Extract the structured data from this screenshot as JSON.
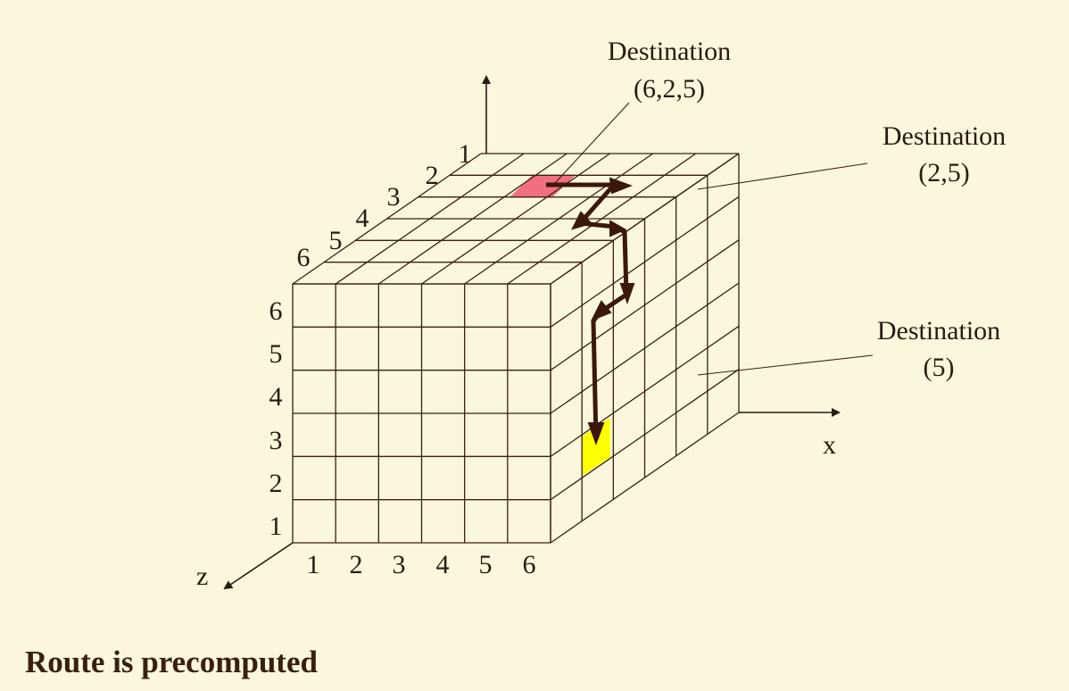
{
  "caption": "Route is precomputed",
  "axes": {
    "x": "x",
    "z": "z"
  },
  "front_columns": [
    "1",
    "2",
    "3",
    "4",
    "5",
    "6"
  ],
  "front_rows": [
    "1",
    "2",
    "3",
    "4",
    "5",
    "6"
  ],
  "top_depth": [
    "1",
    "2",
    "3",
    "4",
    "5",
    "6"
  ],
  "callouts": [
    {
      "line1": "Destination",
      "line2": "(6,2,5)"
    },
    {
      "line1": "Destination",
      "line2": "(2,5)"
    },
    {
      "line1": "Destination",
      "line2": "(5)"
    }
  ],
  "colors": {
    "background": "#faf7dc",
    "grid": "#3a1f10",
    "route_arrow": "#3b1808",
    "source_cell": "#f07080",
    "destination_cell": "#ffff00"
  }
}
